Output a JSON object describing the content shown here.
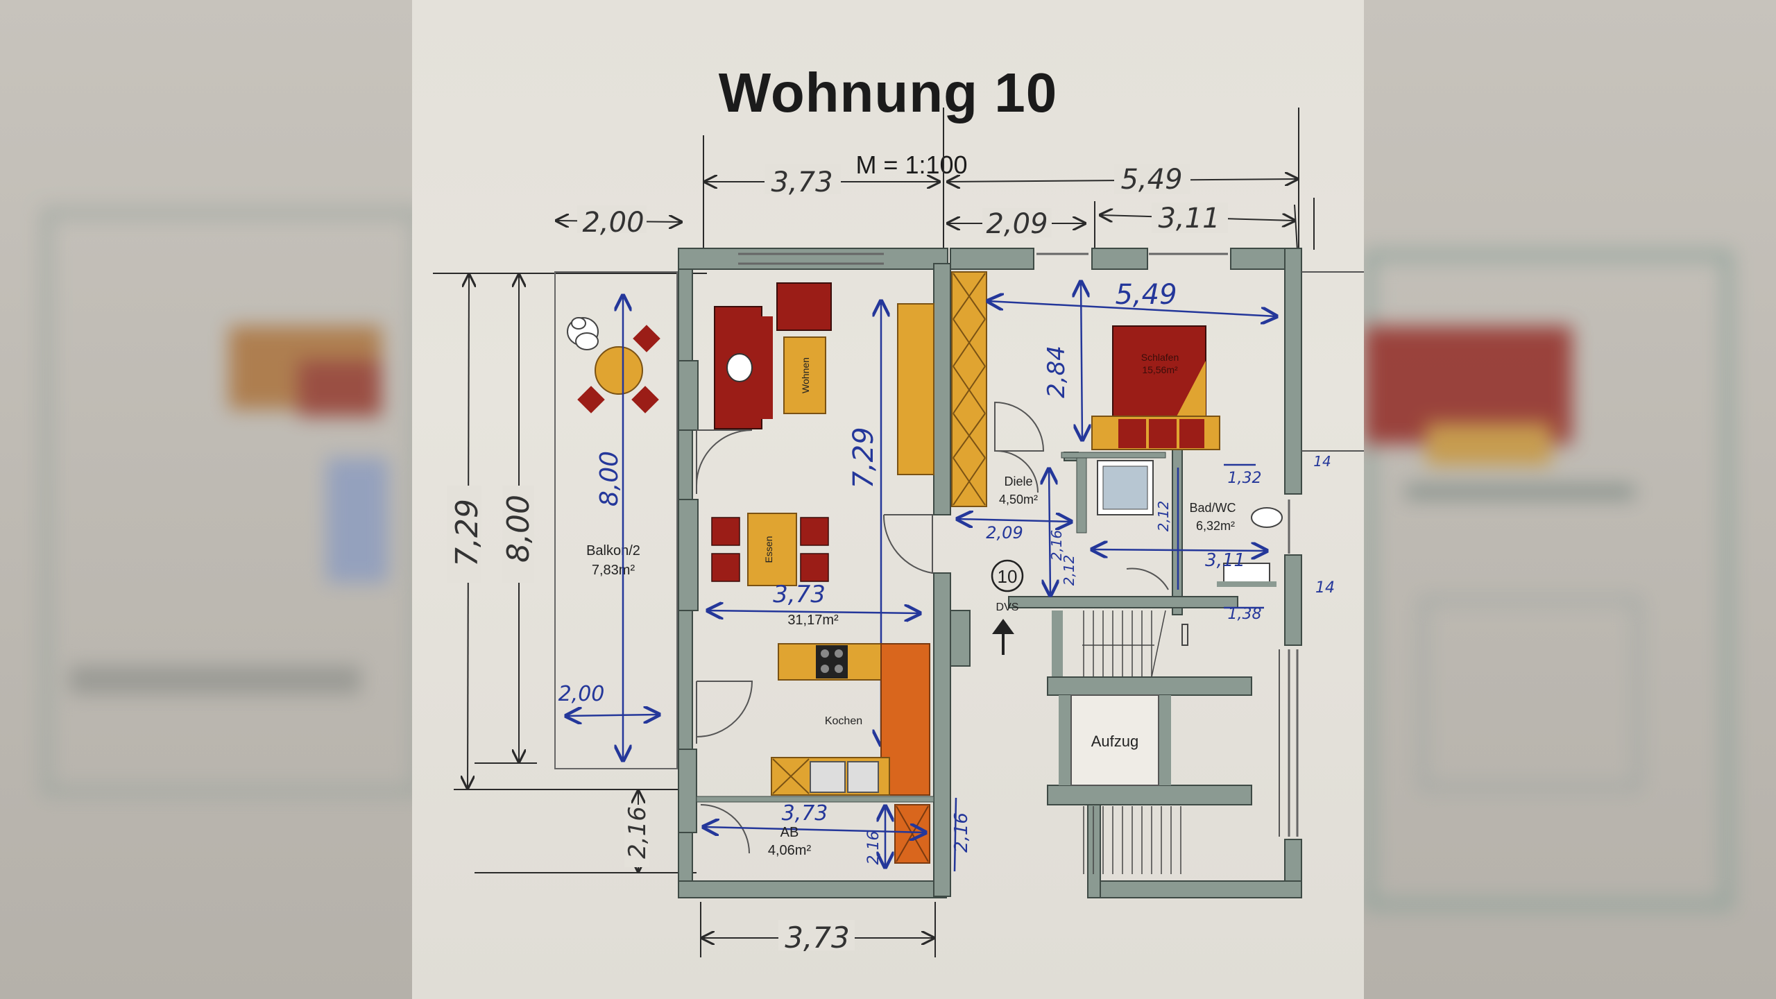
{
  "title": "Wohnung 10",
  "scale": "M = 1:100",
  "dims_top": {
    "d1": "2,00",
    "d2": "3,73",
    "d3": "5,49",
    "d4": "2,09",
    "d5": "3,11"
  },
  "dims_left": {
    "h1": "7,29",
    "h2": "8,00",
    "h3": "2,16"
  },
  "dims_bottom": {
    "b1": "3,73"
  },
  "dims_inner": {
    "balkon_h": "8,00",
    "balkon_w": "2,00",
    "wohnen_h": "7,29",
    "wohnen_w": "3,73",
    "schlaf_w": "5,49",
    "schlaf_h": "2,84",
    "diele_w": "2,09",
    "diele_h1": "2,16",
    "diele_h2": "2,12",
    "bad_w": "3,11",
    "bad_h": "2,12",
    "bad_top": "1,32",
    "bad_bottom": "1,38",
    "ab_w": "3,73",
    "ab_h": "2,16",
    "ab_side": "2,16",
    "right_a": "14",
    "right_b": "14"
  },
  "rooms": {
    "balkon_name": "Balkon/2",
    "balkon_area": "7,83m²",
    "wohnen_label": "Wohnen",
    "essen_label": "Essen",
    "main_area": "31,17m²",
    "kochen_label": "Kochen",
    "ab_name": "AB",
    "ab_area": "4,06m²",
    "diele_name": "Diele",
    "diele_area": "4,50m²",
    "bad_name": "Bad/WC",
    "bad_area": "6,32m²",
    "schlaf_name": "Schlafen",
    "schlaf_area": "15,56m²",
    "aufzug": "Aufzug",
    "unit_no": "10",
    "dvs": "DVS"
  },
  "colors": {
    "wall": "#8b9a92",
    "furniture_red": "#9b1d17",
    "furniture_yellow": "#e0a431",
    "kitchen_orange": "#d9661d",
    "ink_blue": "#24379a",
    "paper": "#e4e1da"
  }
}
